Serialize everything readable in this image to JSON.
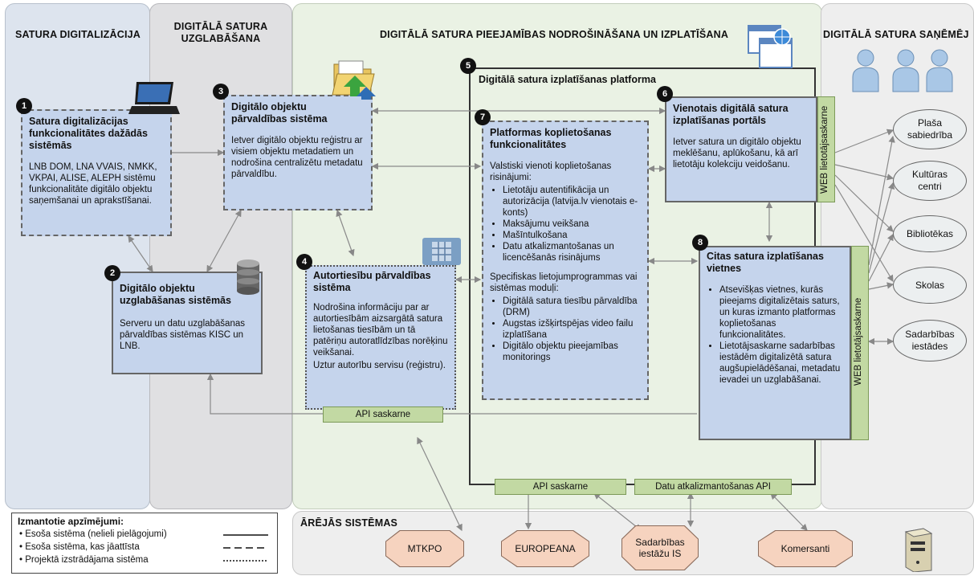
{
  "lanes": {
    "digitalization": "SATURA DIGITALIZĀCIJA",
    "storage": "DIGITĀLĀ SATURA UZGLABĀŠANA",
    "access": "DIGITĀLĀ SATURA PIEEJAMĪBAS NODROŠINĀŠANA UN IZPLATĪŠANA",
    "recipients": "DIGITĀLĀ SATURA SAŅĒMĒJ"
  },
  "platform_label": "Digitālā satura izplatīšanas platforma",
  "numbers": [
    "1",
    "2",
    "3",
    "4",
    "5",
    "6",
    "7",
    "8"
  ],
  "boxes": {
    "b1": {
      "title": "Satura digitalizācijas funkcionalitātes dažādās sistēmās",
      "text": "LNB DOM, LNA VVAIS, NMKK, VKPAI, ALISE, ALEPH sistēmu funkcionalitāte digitālo objektu saņemšanai un aprakstīšanai."
    },
    "b2": {
      "title": "Digitālo objektu uzglabāšanas sistēmās",
      "text": "Serveru un datu uzglabāšanas pārvaldības sistēmas KISC un LNB."
    },
    "b3": {
      "title": "Digitālo objektu pārvaldības sistēma",
      "text": "Ietver digitālo objektu reģistru ar visiem objektu metadatiem un nodrošina centralizētu metadatu pārvaldību."
    },
    "b4": {
      "title": "Autortiesību pārvaldības sistēma",
      "text": "Nodrošina informāciju par ar autortiesībām aizsargātā satura lietošanas tiesībām un tā patēriņu autoratlīdzības norēķinu veikšanai.",
      "text2": "Uztur autorību servisu (reģistru)."
    },
    "b6": {
      "title": "Vienotais digitālā satura izplatīšanas portāls",
      "text": "Ietver satura un digitālo objektu meklēšanu, aplūkošanu, kā arī lietotāju kolekciju veidošanu."
    },
    "b7": {
      "title": "Platformas koplietošanas funkcionalitātes",
      "intro": "Valstiski vienoti koplietošanas risinājumi:",
      "items1": [
        "Lietotāju autentifikācija un autorizācija (latvija.lv vienotais e-konts)",
        "Maksājumu veikšana",
        "Mašīntulkošana",
        "Datu atkalizmantošanas un licencēšanās risinājums"
      ],
      "intro2": "Specifiskas lietojumprogrammas vai sistēmas moduļi:",
      "items2": [
        "Digitālā satura tiesību pārvaldība (DRM)",
        "Augstas izšķirtspējas video failu izplatīšana",
        "Digitālo objektu pieejamības monitorings"
      ]
    },
    "b8": {
      "title": "Citas satura izplatīšanas vietnes",
      "items": [
        "Atsevišķas vietnes, kurās pieejams digitalizētais saturs, un kuras izmanto platformas koplietošanas funkcionalitātes.",
        "Lietotājsaskarne sadarbības iestādēm digitalizētā satura augšupielādēšanai, metadatu ievadei un uzglabāšanai."
      ]
    }
  },
  "interfaces": {
    "web1": "WEB lietotājsaskarne",
    "web2": "WEB lietotājsaskarne",
    "api_b4": "API saskarne",
    "api_bottom": "API saskarne",
    "data_api": "Datu atkalizmantošanas API"
  },
  "recipients": [
    "Plaša sabiedrība",
    "Kultūras centri",
    "Bibliotēkas",
    "Skolas",
    "Sadarbības iestādes"
  ],
  "external": {
    "title": "ĀRĒJĀS SISTĒMAS",
    "systems": [
      "MTKPO",
      "EUROPEANA",
      "Sadarbības iestāžu IS",
      "Komersanti"
    ]
  },
  "legend": {
    "title": "Izmantotie apzīmējumi:",
    "items": [
      "Esoša sistēma (nelieli pielāgojumi)",
      "Esoša sistēma, kas jāattīsta",
      "Projektā izstrādājama sistēma"
    ]
  },
  "icons": [
    "laptop-icon",
    "folder-icon",
    "database-icon",
    "grid-folder-icon",
    "browser-windows-icon",
    "user-icon",
    "server-icon"
  ]
}
